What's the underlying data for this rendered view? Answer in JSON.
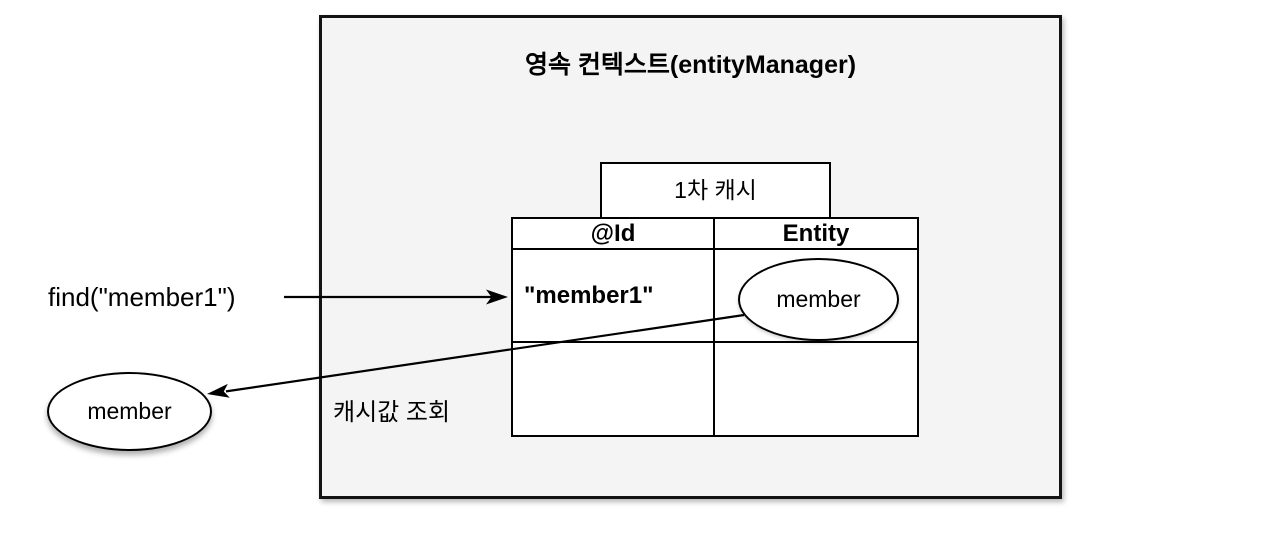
{
  "colors": {
    "canvas_bg": "#ffffff",
    "context_box_fill": "#f4f4f4",
    "context_box_border": "#131313",
    "table_fill": "#ffffff",
    "line_color": "#000000",
    "text_color": "#000000"
  },
  "persistence_context": {
    "title": "영속 컨텍스트(entityManager)",
    "cache_label": "1차 캐시",
    "cache_table": {
      "columns": [
        "@Id",
        "Entity"
      ],
      "rows": [
        {
          "id": "\"member1\"",
          "entity": "member"
        },
        {
          "id": "",
          "entity": ""
        }
      ]
    },
    "cache_lookup_label": "캐시값 조회"
  },
  "outside": {
    "find_call_label": "find(\"member1\")",
    "returned_entity_label": "member"
  }
}
